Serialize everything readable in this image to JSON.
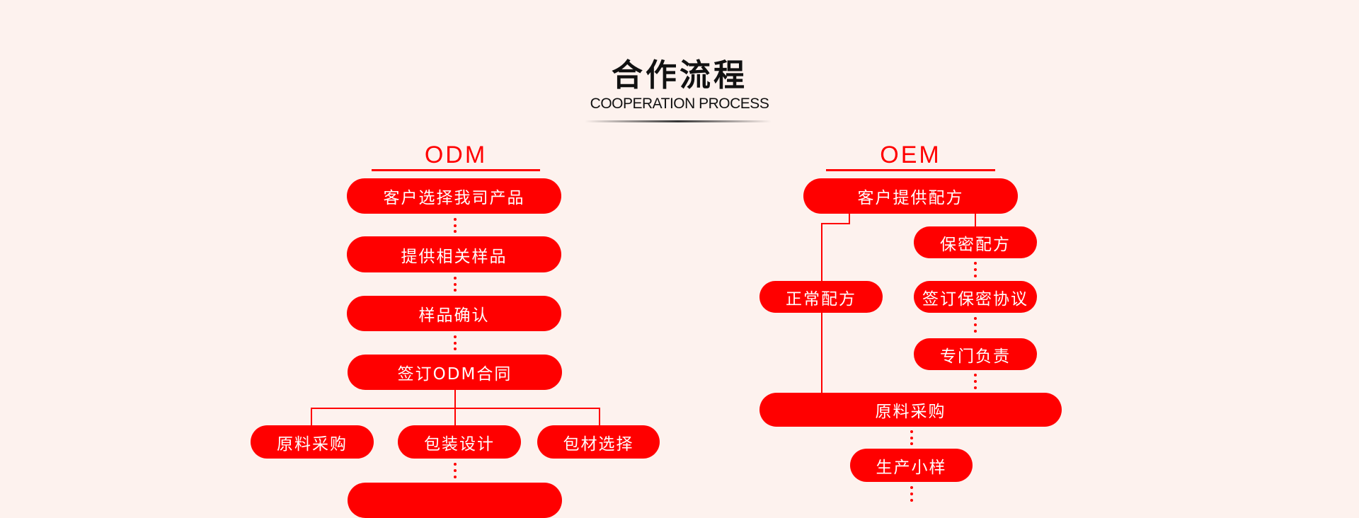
{
  "header": {
    "title": "合作流程",
    "subtitle": "COOPERATION PROCESS"
  },
  "odm": {
    "heading": "ODM",
    "steps": [
      "客户选择我司产品",
      "提供相关样品",
      "样品确认",
      "签订ODM合同"
    ],
    "branches": [
      "原料采购",
      "包装设计",
      "包材选择"
    ],
    "next_step": ""
  },
  "oem": {
    "heading": "OEM",
    "start": "客户提供配方",
    "normal_path": "正常配方",
    "confidential_path": [
      "保密配方",
      "签订保密协议",
      "专门负责"
    ],
    "merge": "原料采购",
    "after": "生产小样"
  },
  "colors": {
    "accent": "#ff0000",
    "background": "#fdf2ee",
    "title": "#111111"
  }
}
